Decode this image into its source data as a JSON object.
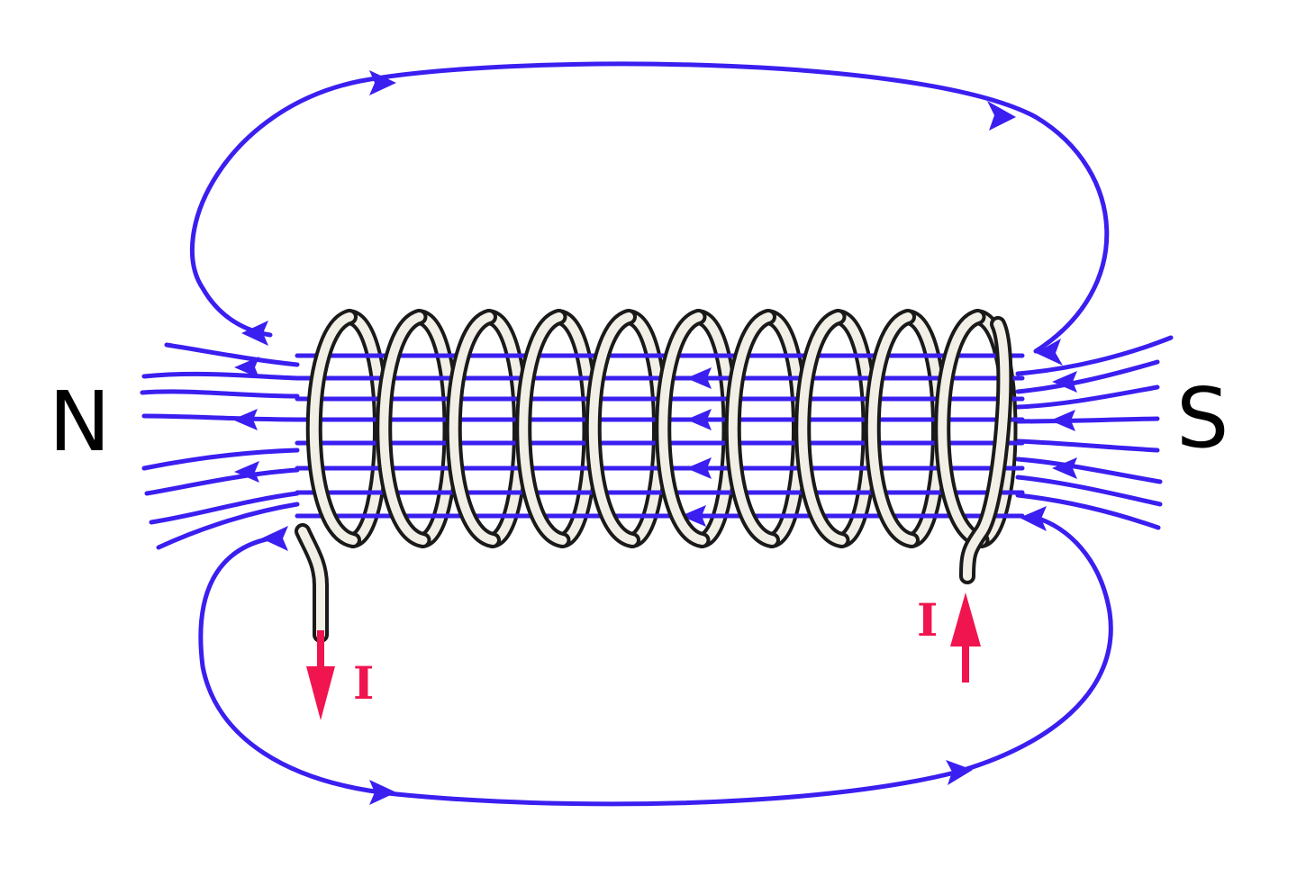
{
  "poles": {
    "north": "N",
    "south": "S"
  },
  "current": {
    "left_label": "I",
    "right_label": "I"
  },
  "colors": {
    "field_lines": "#3a1ff0",
    "current": "#f0154f",
    "coil_wire": "#f2efe6",
    "coil_outline": "#1a1a1a",
    "background": "#ffffff"
  },
  "coil": {
    "turns": 10
  },
  "icons": {
    "field_arrow": "arrowhead-icon",
    "current_arrow": "current-arrow-icon"
  }
}
